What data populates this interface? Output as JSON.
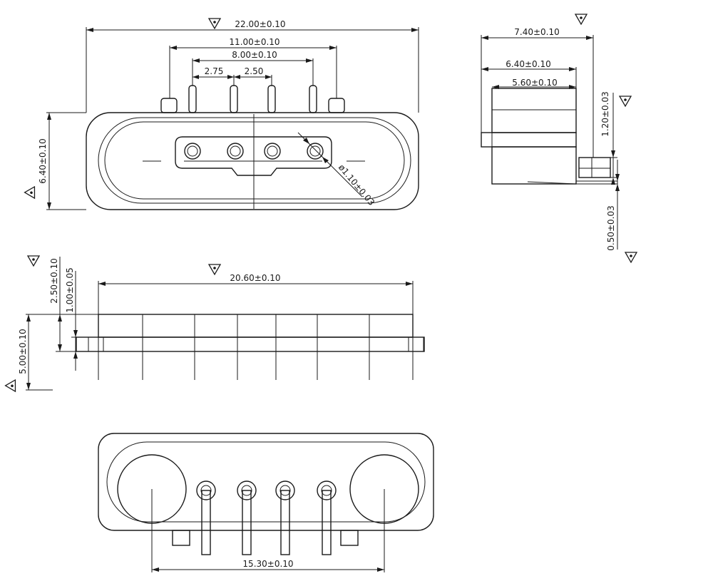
{
  "front_view": {
    "dims": {
      "overall_width": "22.00±0.10",
      "outer_pin_pitch": "11.00±0.10",
      "inner_pin_span": "8.00±0.10",
      "pitch_a": "2.75",
      "pitch_b": "2.50",
      "body_height": "6.40±0.10",
      "contact_diameter": "ø1.10±0.03"
    }
  },
  "side_view": {
    "dims": {
      "total_depth": "7.40±0.10",
      "flange_depth": "6.40±0.10",
      "body_depth": "5.60±0.10",
      "pin_height": "1.20±0.03",
      "pin_thickness": "0.50±0.03"
    }
  },
  "top_view": {
    "dims": {
      "pin_span": "20.60±0.10",
      "flange_height": "2.50±0.10",
      "flange_thickness": "1.00±0.05",
      "leg_length": "5.00±0.10"
    }
  },
  "bottom_view": {
    "dims": {
      "boss_span": "15.30±0.10"
    }
  }
}
